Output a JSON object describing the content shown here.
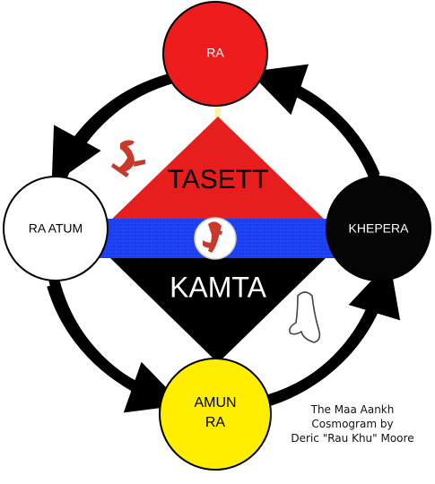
{
  "colors": {
    "ra": "#ee1c1c",
    "ra_atum": "#ffffff",
    "khepera": "#050505",
    "amun_ra": "#ffee00",
    "upper_triangle": "#e61e1e",
    "lower_triangle": "#000000",
    "band": "#1b3ff0",
    "band_dots": "#3a5dff",
    "glyph": "#c8392b",
    "ring": "#000000"
  },
  "nodes": {
    "ra": {
      "label": "RA",
      "color_key": "ra"
    },
    "ra_atum": {
      "label": "RA ATUM",
      "color_key": "ra_atum"
    },
    "khepera": {
      "label": "KHEPERA",
      "color_key": "khepera"
    },
    "amun_ra": {
      "label_line1": "AMUN",
      "label_line2": "RA",
      "color_key": "amun_ra"
    }
  },
  "triangles": {
    "upper_label": "TASETT",
    "lower_label": "KAMTA"
  },
  "icons": {
    "upper_left": "red-glyph-icon",
    "center": "center-glyph-icon",
    "lower_right": "outline-figure-icon"
  },
  "caption": {
    "line1": "The Maa Aankh",
    "line2": "Cosmogram by",
    "line3": "Deric \"Rau Khu\" Moore"
  }
}
